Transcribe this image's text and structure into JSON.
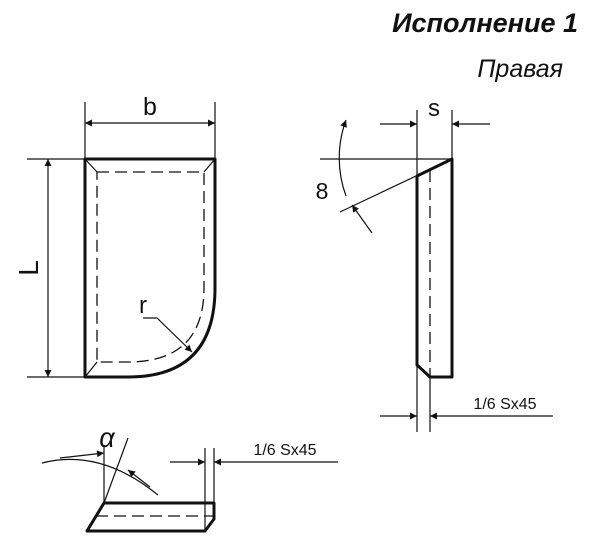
{
  "header": {
    "title": "Исполнение 1",
    "subtitle": "Правая"
  },
  "front_view": {
    "width_label": "b",
    "length_label": "L",
    "radius_label": "r"
  },
  "side_view": {
    "thickness_label": "s",
    "angle_label": "8",
    "chamfer_label": "1/6 Sx45"
  },
  "bottom_view": {
    "angle_label": "α",
    "chamfer_label": "1/6 Sx45"
  }
}
